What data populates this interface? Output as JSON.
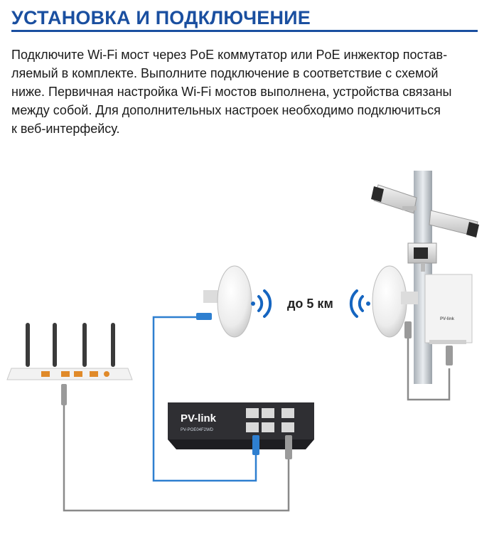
{
  "heading": "УСТАНОВКА И ПОДКЛЮЧЕНИЕ",
  "intro_lines": [
    "Подключите Wi-Fi мост через PoE коммутатор или PoE инжектор постав-",
    "ляемый в комплекте. Выполните подключение в соответствие с схемой",
    "ниже. Первичная настройка Wi-Fi мостов выполнена, устройства связаны",
    "между собой. Для дополнительных настроек необходимо подключиться",
    "к веб-интерфейсу."
  ],
  "diagram": {
    "distance_label": "до 5 км",
    "switch": {
      "brand": "PV-link",
      "model": "PV-POE04F2WD"
    },
    "enclosure": {
      "brand": "PV-link"
    }
  },
  "colors": {
    "heading": "#1a4fa0",
    "blue_cable": "#2e7fd0",
    "grey_cable": "#8a8a8a",
    "signal": "#1565c0"
  }
}
